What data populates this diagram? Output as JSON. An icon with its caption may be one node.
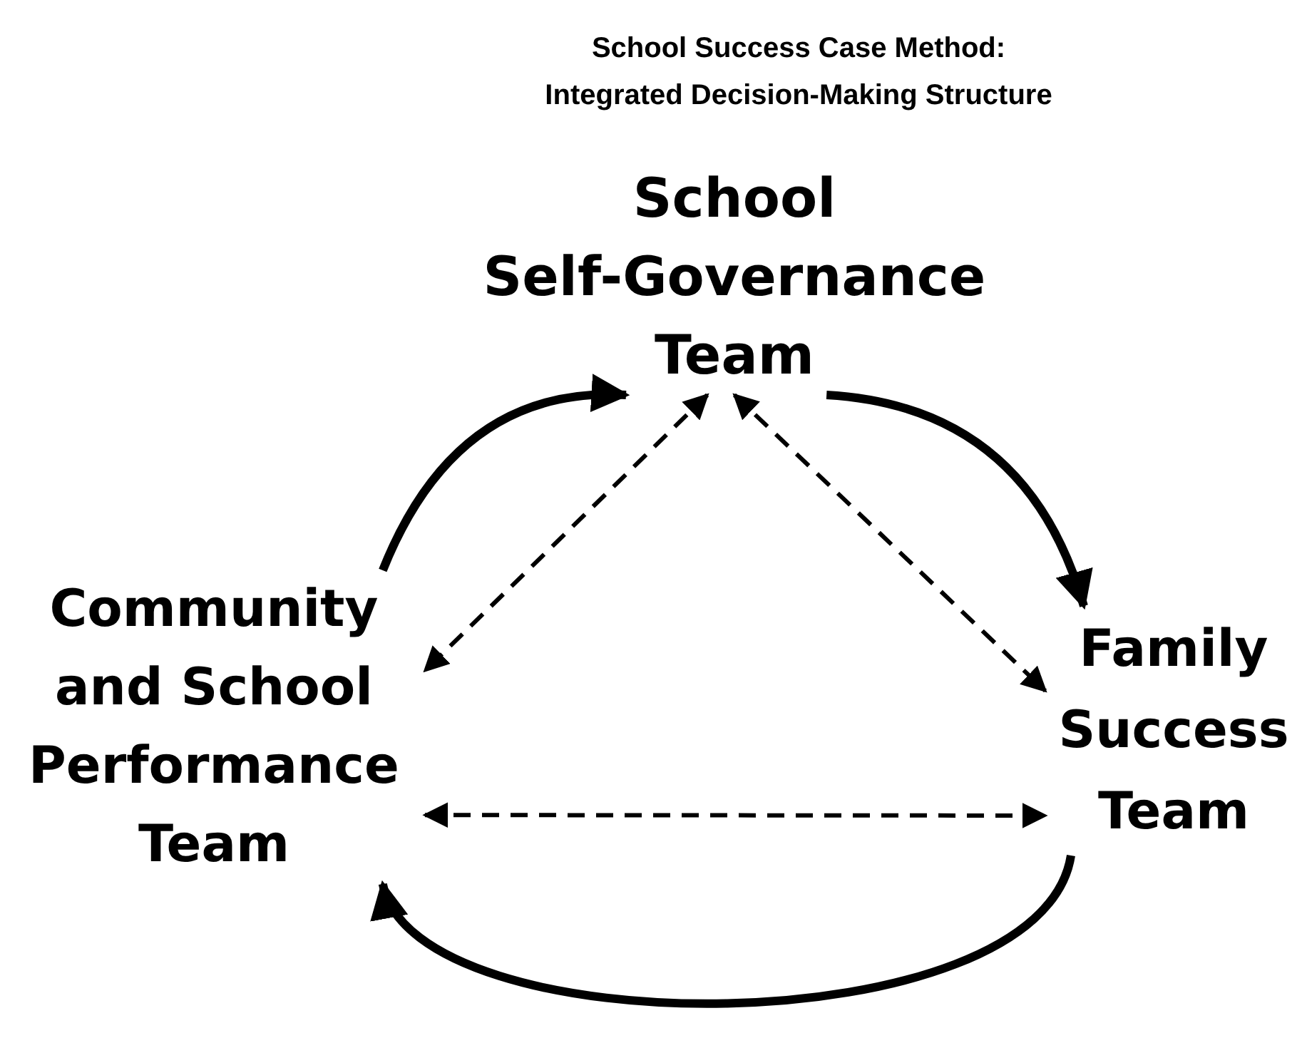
{
  "diagram": {
    "title": "School Success Case Method: Integrated Decision-Making Structure",
    "nodes": [
      {
        "text": [
          "School Self-Governance Team"
        ]
      },
      {
        "text": [
          "Community and School Performance Team"
        ]
      },
      {
        "text": [
          "Family Success Team"
        ]
      }
    ],
    "edges": [
      {
        "from": 1,
        "to": 0,
        "arrow": "to",
        "style": "thick"
      },
      {
        "from": 0,
        "to": 2,
        "arrow": "to",
        "style": "thick"
      },
      {
        "from": 2,
        "to": 1,
        "arrow": "to",
        "style": "thick"
      },
      {
        "from": 0,
        "to": 1,
        "arrow": "both",
        "style": "dashed"
      },
      {
        "from": 0,
        "to": 2,
        "arrow": "both",
        "style": "dashed"
      },
      {
        "from": 1,
        "to": 2,
        "arrow": "both",
        "style": "dashed"
      }
    ]
  }
}
